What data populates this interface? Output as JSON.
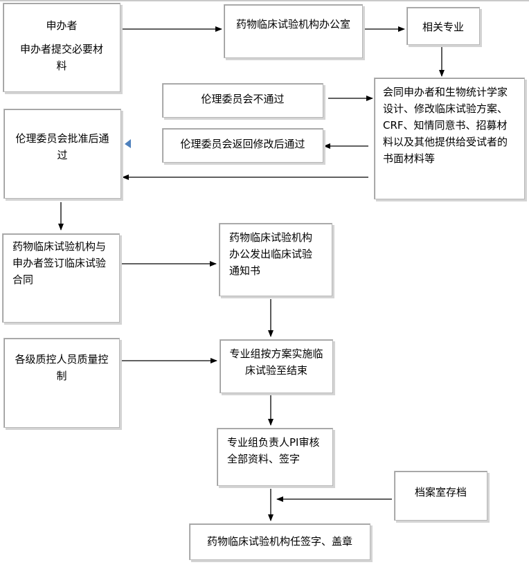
{
  "boxes": {
    "sponsor": {
      "title": "申办者",
      "line1": "申办者提交必要材",
      "line2": "料"
    },
    "office": {
      "text": "药物临床试验机构办公室"
    },
    "dept": {
      "text": "相关专业"
    },
    "design": {
      "text": "会同申办者和生物统计学家设计、修改临床试验方案、CRF、知情同意书、招募材料以及其他提供给受试者的书面材料等"
    },
    "ethics_reject": {
      "text": "伦理委员会不通过"
    },
    "ethics_modify": {
      "text": "伦理委员会返回修改后通过"
    },
    "ethics_approve": {
      "text": "伦理委员会批准后通过"
    },
    "contract": {
      "text": "药物临床试验机构与申办者签订临床试验合同"
    },
    "notice": {
      "text": "药物临床试验机构办公发出临床试验通知书"
    },
    "qc": {
      "text": "各级质控人员质量控制"
    },
    "implement": {
      "text": "专业组按方案实施临床试验至结束"
    },
    "pi_review": {
      "text": "专业组负责人PI审核全部资料、签字"
    },
    "archive": {
      "text": "档案室存档"
    },
    "final": {
      "text": "药物临床试验机构任签字、盖章"
    }
  },
  "colors": {
    "border": "#b7b7b7",
    "shadow": "#d4d4d4",
    "arrow": "#000000"
  }
}
